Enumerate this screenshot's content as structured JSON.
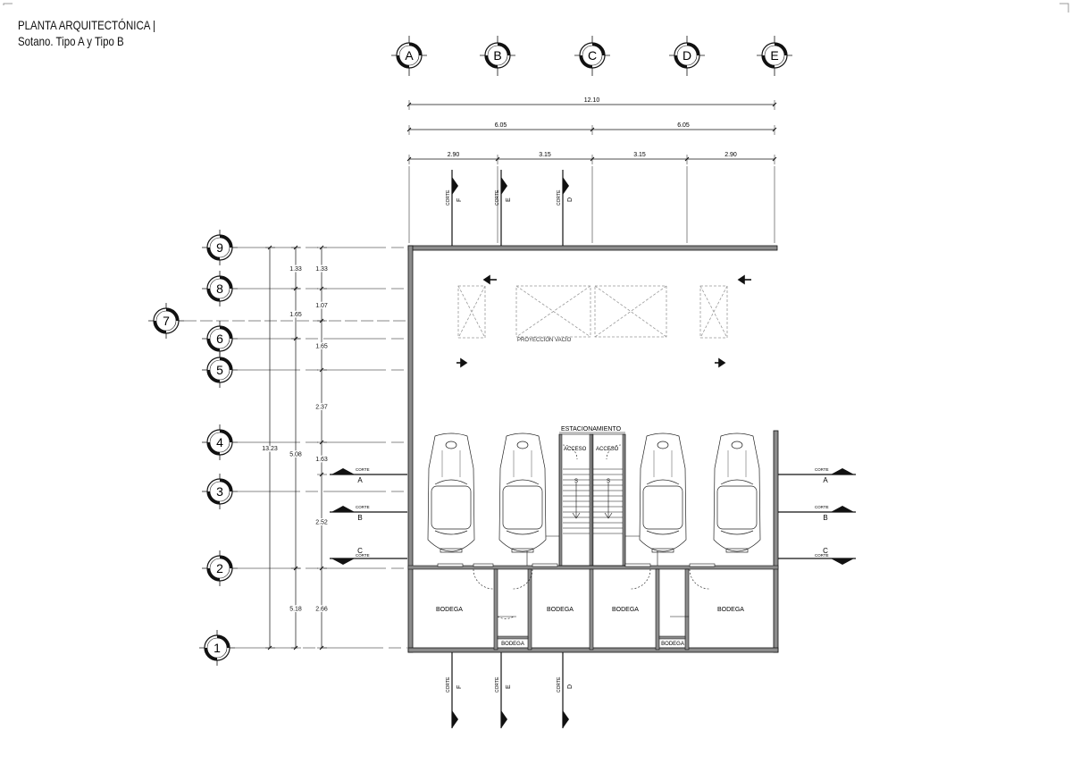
{
  "title": {
    "line1": "PLANTA ARQUITECTÓNICA  |",
    "line2": "Sotano. Tipo A y Tipo B"
  },
  "grid_columns": [
    "A",
    "B",
    "C",
    "D",
    "E"
  ],
  "grid_rows": [
    "9",
    "8",
    "7",
    "6",
    "5",
    "4",
    "3",
    "2",
    "1"
  ],
  "dimensions": {
    "top_total": "12.10",
    "top_halves": [
      "6.05",
      "6.05"
    ],
    "top_bays": [
      "2.90",
      "3.15",
      "3.15",
      "2.90"
    ],
    "left_total": "13.23",
    "left_mid": [
      "1.33",
      "1.65",
      "5.08",
      "5.18"
    ],
    "left_inner": [
      "1.33",
      "1.07",
      "1.65",
      "2.37",
      "1.63",
      "2.52",
      "2.66"
    ]
  },
  "section_marks": {
    "corte_word": "CORTE",
    "vertical": [
      "F",
      "E",
      "D"
    ],
    "horizontal": [
      "A",
      "B",
      "C"
    ]
  },
  "rooms": {
    "parking_label": "ESTACIONAMIENTO",
    "access_label": "ACCESO",
    "void_label": "PROYECCIÓN VACÍO",
    "stair_label": "S",
    "storage_labels": [
      "BODEGA",
      "BODEGA",
      "BODEGA",
      "BODEGA"
    ],
    "small_storage_labels": [
      "BODEGA",
      "BODEGA"
    ]
  },
  "colors": {
    "wall_fill": "#8c8c8c",
    "line": "#111111",
    "dashed": "#999999"
  }
}
